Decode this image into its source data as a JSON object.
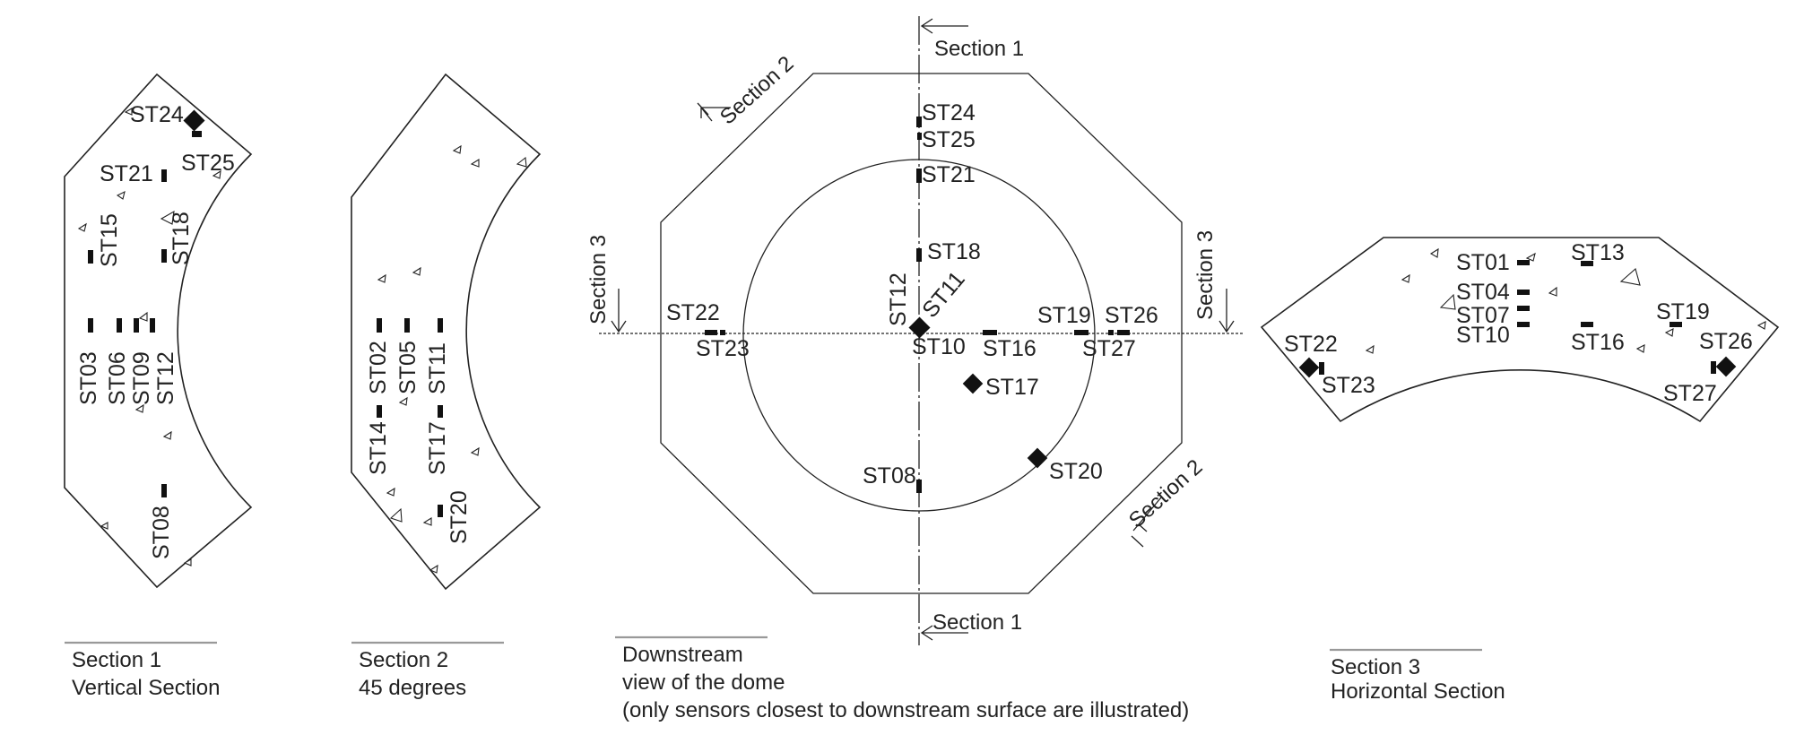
{
  "colors": {
    "ink": "#222222",
    "sensor": "#111111",
    "caption_rule": "#999999"
  },
  "icons": {
    "strain_gauge": "filled-rectangle",
    "heavy_sensor": "filled-diamond",
    "small_sensor": "open-triangle"
  },
  "section1": {
    "labels": {
      "st24": "ST24",
      "st25": "ST25",
      "st21": "ST21",
      "st15": "ST15",
      "st18": "ST18",
      "st03": "ST03",
      "st06": "ST06",
      "st09": "ST09",
      "st12": "ST12",
      "st08": "ST08"
    },
    "caption": {
      "line1": "Section 1",
      "line2": "Vertical Section"
    }
  },
  "section2": {
    "labels": {
      "st02": "ST02",
      "st05": "ST05",
      "st11": "ST11",
      "st14": "ST14",
      "st17": "ST17",
      "st20": "ST20"
    },
    "caption": {
      "line1": "Section 2",
      "line2": "45 degrees"
    }
  },
  "plan": {
    "markers": {
      "section1_top": "Section 1",
      "section1_bottom": "Section 1",
      "section2_top": "Section 2",
      "section2_bottom": "Section 2",
      "section3_left": "Section 3",
      "section3_right": "Section 3"
    },
    "labels": {
      "st24": "ST24",
      "st25": "ST25",
      "st21": "ST21",
      "st18": "ST18",
      "st12": "ST12",
      "st11": "ST11",
      "st10": "ST10",
      "st22": "ST22",
      "st23": "ST23",
      "st16": "ST16",
      "st19": "ST19",
      "st26": "ST26",
      "st27": "ST27",
      "st17": "ST17",
      "st20": "ST20",
      "st08": "ST08"
    },
    "caption": {
      "line1": "Downstream",
      "line2": "view of the dome",
      "line3": "(only sensors closest to downstream surface are illustrated)"
    }
  },
  "section3": {
    "labels": {
      "st01": "ST01",
      "st04": "ST04",
      "st07": "ST07",
      "st10": "ST10",
      "st13": "ST13",
      "st16": "ST16",
      "st19": "ST19",
      "st22": "ST22",
      "st23": "ST23",
      "st26": "ST26",
      "st27": "ST27"
    },
    "caption": {
      "line1": "Section 3",
      "line2": "Horizontal Section"
    }
  }
}
